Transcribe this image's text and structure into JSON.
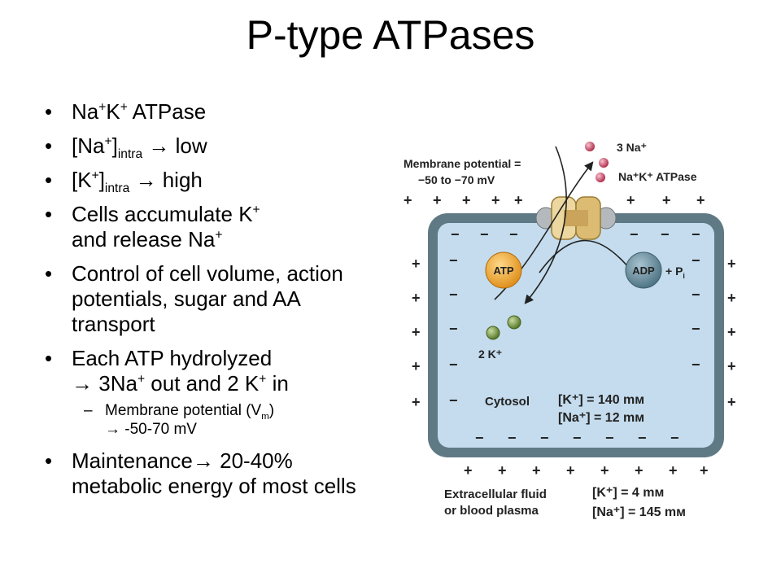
{
  "slide": {
    "title": "P-type ATPases"
  },
  "bullets": {
    "b1": {
      "main": "Na",
      "s1": "+",
      "m2": "K",
      "s2": "+",
      "rest": " ATPase"
    },
    "b2": {
      "open": "[Na",
      "s1": "+",
      "close": "]",
      "sub": "intra",
      "arrow": " → ",
      "rest": "low"
    },
    "b3": {
      "open": "[K",
      "s1": "+",
      "close": "]",
      "sub": "intra",
      "arrow": " → ",
      "rest": "high"
    },
    "b4": {
      "line1": "Cells accumulate K",
      "s1": "+",
      "line2": "and release Na",
      "s2": "+"
    },
    "b5": {
      "text": "Control of cell volume, action potentials, sugar and AA transport"
    },
    "b6": {
      "line1": "Each ATP hydrolyzed",
      "arrow": "→ ",
      "t1": "3Na",
      "s1": "+",
      "t2": " out and 2 K",
      "s2": "+",
      "t3": " in"
    },
    "sub1": {
      "t1": "Membrane potential (V",
      "sub": "m",
      "t2": ")",
      "arrow": "→ ",
      "t3": "-50-70 mV"
    },
    "b7": {
      "t1": "Maintenance",
      "arrow": "→ ",
      "t2": "20-40% metabolic energy of most cells"
    }
  },
  "diagram": {
    "membrane_potential_line1": "Membrane potential =",
    "membrane_potential_line2": "−50 to −70 mV",
    "na_out_label": "3 Na⁺",
    "pump_label": "Na⁺K⁺ ATPase",
    "atp_label": "ATP",
    "adp_label": "ADP",
    "pi_label": "+ P",
    "pi_sub": "i",
    "k_in_label": "2 K⁺",
    "cytosol_label": "Cytosol",
    "cytosol_k": "[K⁺] = 140 mм",
    "cytosol_na": "[Na⁺] = 12 mм",
    "extracellular_line1": "Extracellular fluid",
    "extracellular_line2": "or blood plasma",
    "extra_k": "[K⁺] = 4 mм",
    "extra_na": "[Na⁺] = 145 mм",
    "plus": "+",
    "minus": "−"
  }
}
